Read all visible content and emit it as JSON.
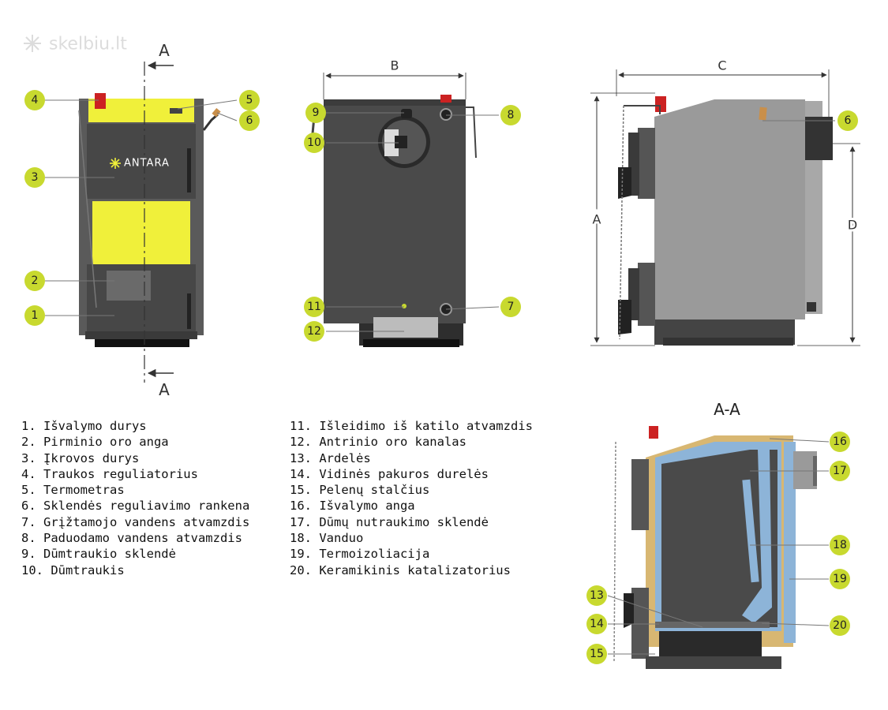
{
  "watermark": "skelbiu.lt",
  "brand": "ANTARA",
  "section_markers": {
    "top": "A",
    "bottom": "A"
  },
  "section_title": "A-A",
  "dimensions": {
    "b": "B",
    "c": "C",
    "a": "A",
    "d": "D"
  },
  "badges": {
    "front": [
      "4",
      "5",
      "6",
      "3",
      "2",
      "1"
    ],
    "rear": [
      "9",
      "8",
      "10",
      "11",
      "7",
      "12"
    ],
    "side": [
      "6"
    ],
    "section": [
      "16",
      "17",
      "18",
      "19",
      "13",
      "14",
      "20",
      "15"
    ]
  },
  "legend_left": [
    "1. Išvalymo durys",
    "2. Pirminio oro anga",
    "3. Įkrovos durys",
    "4. Traukos reguliatorius",
    "5. Termometras",
    "6. Sklendės reguliavimo rankena",
    "7. Grįžtamojo vandens atvamzdis",
    "8. Paduodamo vandens atvamzdis",
    "9. Dūmtraukio sklendė",
    "10. Dūmtraukis"
  ],
  "legend_right": [
    "11. Išleidimo iš katilo atvamzdis",
    "12. Antrinio oro kanalas",
    "13. Ardelės",
    "14. Vidinės pakuros durelės",
    "15. Pelenų stalčius",
    "16. Išvalymo anga",
    "17. Dūmų nutraukimo sklendė",
    "18. Vanduo",
    "19. Termoizoliacija",
    "20. Keramikinis katalizatorius"
  ],
  "colors": {
    "badge": "#c8d92f",
    "body_dark": "#4a4a4a",
    "body_side": "#9a9a9a",
    "highlight": "#f0f03a",
    "insulation": "#d8b772",
    "water": "#8db4d8"
  }
}
